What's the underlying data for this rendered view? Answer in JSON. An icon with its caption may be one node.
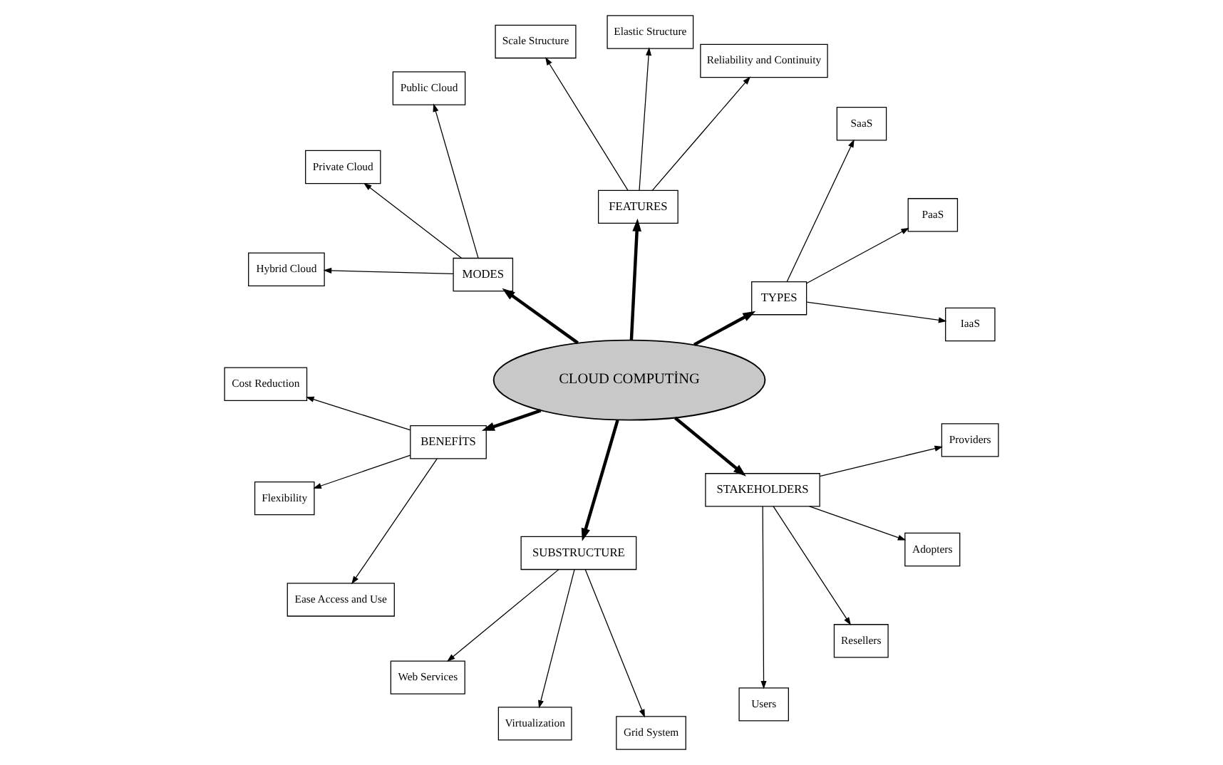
{
  "diagram": {
    "nodes": [
      {
        "text": [
          "CLOUD COMPUTİNG"
        ]
      },
      {
        "text": [
          "TYPES"
        ]
      },
      {
        "text": [
          "IaaS"
        ]
      },
      {
        "text": [
          "PaaS"
        ]
      },
      {
        "text": [
          "SaaS"
        ]
      },
      {
        "text": [
          "FEATURES"
        ]
      },
      {
        "text": [
          "Reliability and Continuity"
        ]
      },
      {
        "text": [
          "Elastic Structure"
        ]
      },
      {
        "text": [
          "Scale Structure"
        ]
      },
      {
        "text": [
          "MODES"
        ]
      },
      {
        "text": [
          "Public Cloud"
        ]
      },
      {
        "text": [
          "Private Cloud"
        ]
      },
      {
        "text": [
          "Hybrid Cloud"
        ]
      },
      {
        "text": [
          "BENEFİTS"
        ]
      },
      {
        "text": [
          "Cost Reduction"
        ]
      },
      {
        "text": [
          "Flexibility"
        ]
      },
      {
        "text": [
          "Ease Access and Use"
        ]
      },
      {
        "text": [
          "SUBSTRUCTURE"
        ]
      },
      {
        "text": [
          "Web Services"
        ]
      },
      {
        "text": [
          "Virtualization"
        ]
      },
      {
        "text": [
          "Grid System"
        ]
      },
      {
        "text": [
          "STAKEHOLDERS"
        ]
      },
      {
        "text": [
          "Users"
        ]
      },
      {
        "text": [
          "Resellers"
        ]
      },
      {
        "text": [
          "Adopters"
        ]
      },
      {
        "text": [
          "Providers"
        ]
      }
    ],
    "edges": [
      {
        "from": 0,
        "to": 1,
        "arrow": "to",
        "style": "thick"
      },
      {
        "from": 1,
        "to": 2,
        "arrow": "to"
      },
      {
        "from": 1,
        "to": 3,
        "arrow": "to"
      },
      {
        "from": 1,
        "to": 4,
        "arrow": "to"
      },
      {
        "from": 0,
        "to": 5,
        "arrow": "to",
        "style": "thick"
      },
      {
        "from": 5,
        "to": 6,
        "arrow": "to"
      },
      {
        "from": 5,
        "to": 7,
        "arrow": "to"
      },
      {
        "from": 5,
        "to": 8,
        "arrow": "to"
      },
      {
        "from": 0,
        "to": 9,
        "arrow": "to",
        "style": "thick"
      },
      {
        "from": 9,
        "to": 10,
        "arrow": "to"
      },
      {
        "from": 9,
        "to": 11,
        "arrow": "to"
      },
      {
        "from": 9,
        "to": 12,
        "arrow": "to"
      },
      {
        "from": 0,
        "to": 13,
        "arrow": "to",
        "style": "thick"
      },
      {
        "from": 13,
        "to": 14,
        "arrow": "to"
      },
      {
        "from": 13,
        "to": 15,
        "arrow": "to"
      },
      {
        "from": 13,
        "to": 16,
        "arrow": "to"
      },
      {
        "from": 0,
        "to": 17,
        "arrow": "to",
        "style": "thick"
      },
      {
        "from": 17,
        "to": 18,
        "arrow": "to"
      },
      {
        "from": 17,
        "to": 19,
        "arrow": "to"
      },
      {
        "from": 17,
        "to": 20,
        "arrow": "to"
      },
      {
        "from": 0,
        "to": 21,
        "arrow": "to",
        "style": "thick"
      },
      {
        "from": 21,
        "to": 22,
        "arrow": "to"
      },
      {
        "from": 21,
        "to": 23,
        "arrow": "to"
      },
      {
        "from": 21,
        "to": 24,
        "arrow": "to"
      },
      {
        "from": 21,
        "to": 25,
        "arrow": "to"
      }
    ]
  }
}
